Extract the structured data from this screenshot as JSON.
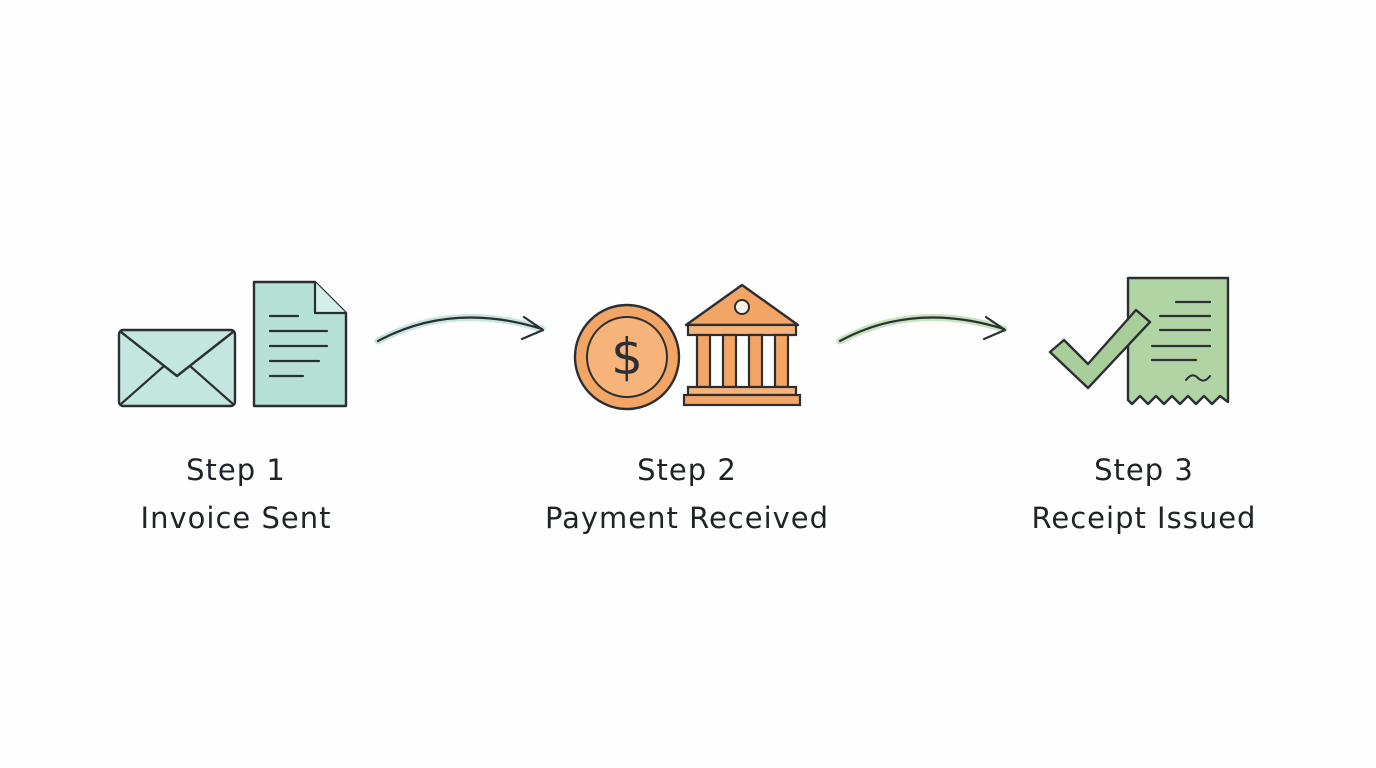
{
  "colors": {
    "ink": "#2b2f33",
    "mint": "#b5e0d6",
    "orange": "#f3a565",
    "green": "#a8cf9a",
    "text": "#1f2328"
  },
  "steps": [
    {
      "title": "Step 1",
      "name": "Invoice Sent",
      "icons": [
        "envelope-icon",
        "document-icon"
      ]
    },
    {
      "title": "Step 2",
      "name": "Payment Received",
      "icons": [
        "dollar-coin-icon",
        "bank-icon"
      ]
    },
    {
      "title": "Step 3",
      "name": "Receipt Issued",
      "icons": [
        "checkmark-icon",
        "receipt-icon"
      ]
    }
  ]
}
